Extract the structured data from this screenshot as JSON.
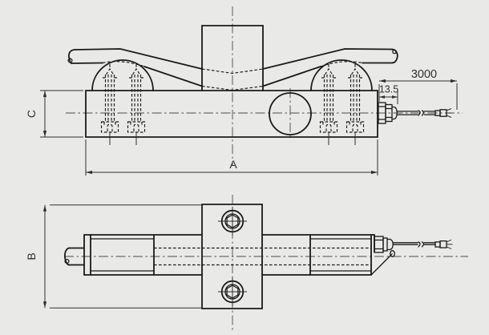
{
  "drawing": {
    "type": "technical-drawing",
    "views": {
      "side_view": "side elevation with rail, clamping domes, bolts and cable gland",
      "plan_view": "top view with mounting block, two socket bolt holes, rail and cable"
    },
    "dimensions": {
      "overall_length_label": "A",
      "block_width_label": "B",
      "base_height_label": "C",
      "cable_length_label": "3000",
      "gland_length_label": "13.5"
    },
    "colors": {
      "background": "#e9eae8",
      "line": "#1a1a1a",
      "dimension": "#2f2f2f",
      "centerline": "#4a4a4a"
    }
  }
}
